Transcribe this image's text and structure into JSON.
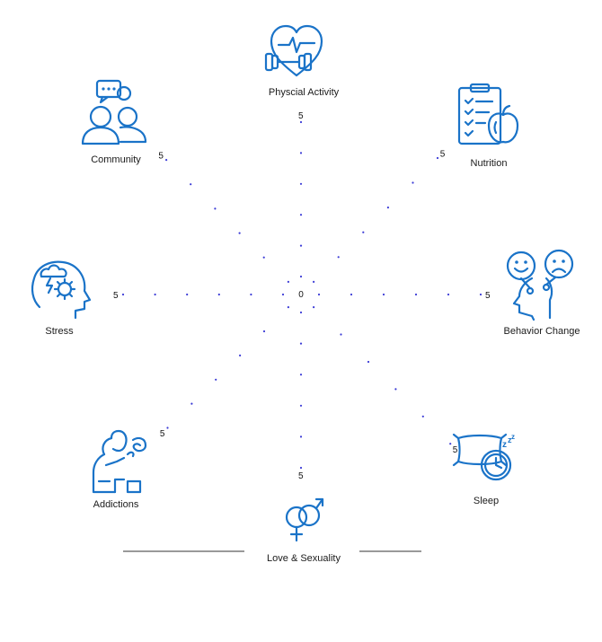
{
  "chart_data": {
    "type": "radar",
    "title": "",
    "axes": [
      {
        "label": "Physcial Activity",
        "icon": "heart-dumbbell-icon"
      },
      {
        "label": "Nutrition",
        "icon": "clipboard-apple-icon"
      },
      {
        "label": "Behavior Change",
        "icon": "happy-sad-faces-icon"
      },
      {
        "label": "Sleep",
        "icon": "pillow-clock-icon"
      },
      {
        "label": "Love & Sexuality",
        "icon": "gender-symbols-icon"
      },
      {
        "label": "Addictions",
        "icon": "person-smoking-icon"
      },
      {
        "label": "Stress",
        "icon": "head-storm-gear-icon"
      },
      {
        "label": "Community",
        "icon": "people-chat-icon"
      }
    ],
    "range": [
      0,
      5
    ],
    "center_label": "0",
    "max_label": "5",
    "ring_values": [
      1,
      2,
      3,
      4,
      5
    ],
    "series": [],
    "grid": true
  },
  "colors": {
    "icon": "#1a73c8",
    "dot": "#3b3bd6",
    "text": "#1a1a1a"
  }
}
